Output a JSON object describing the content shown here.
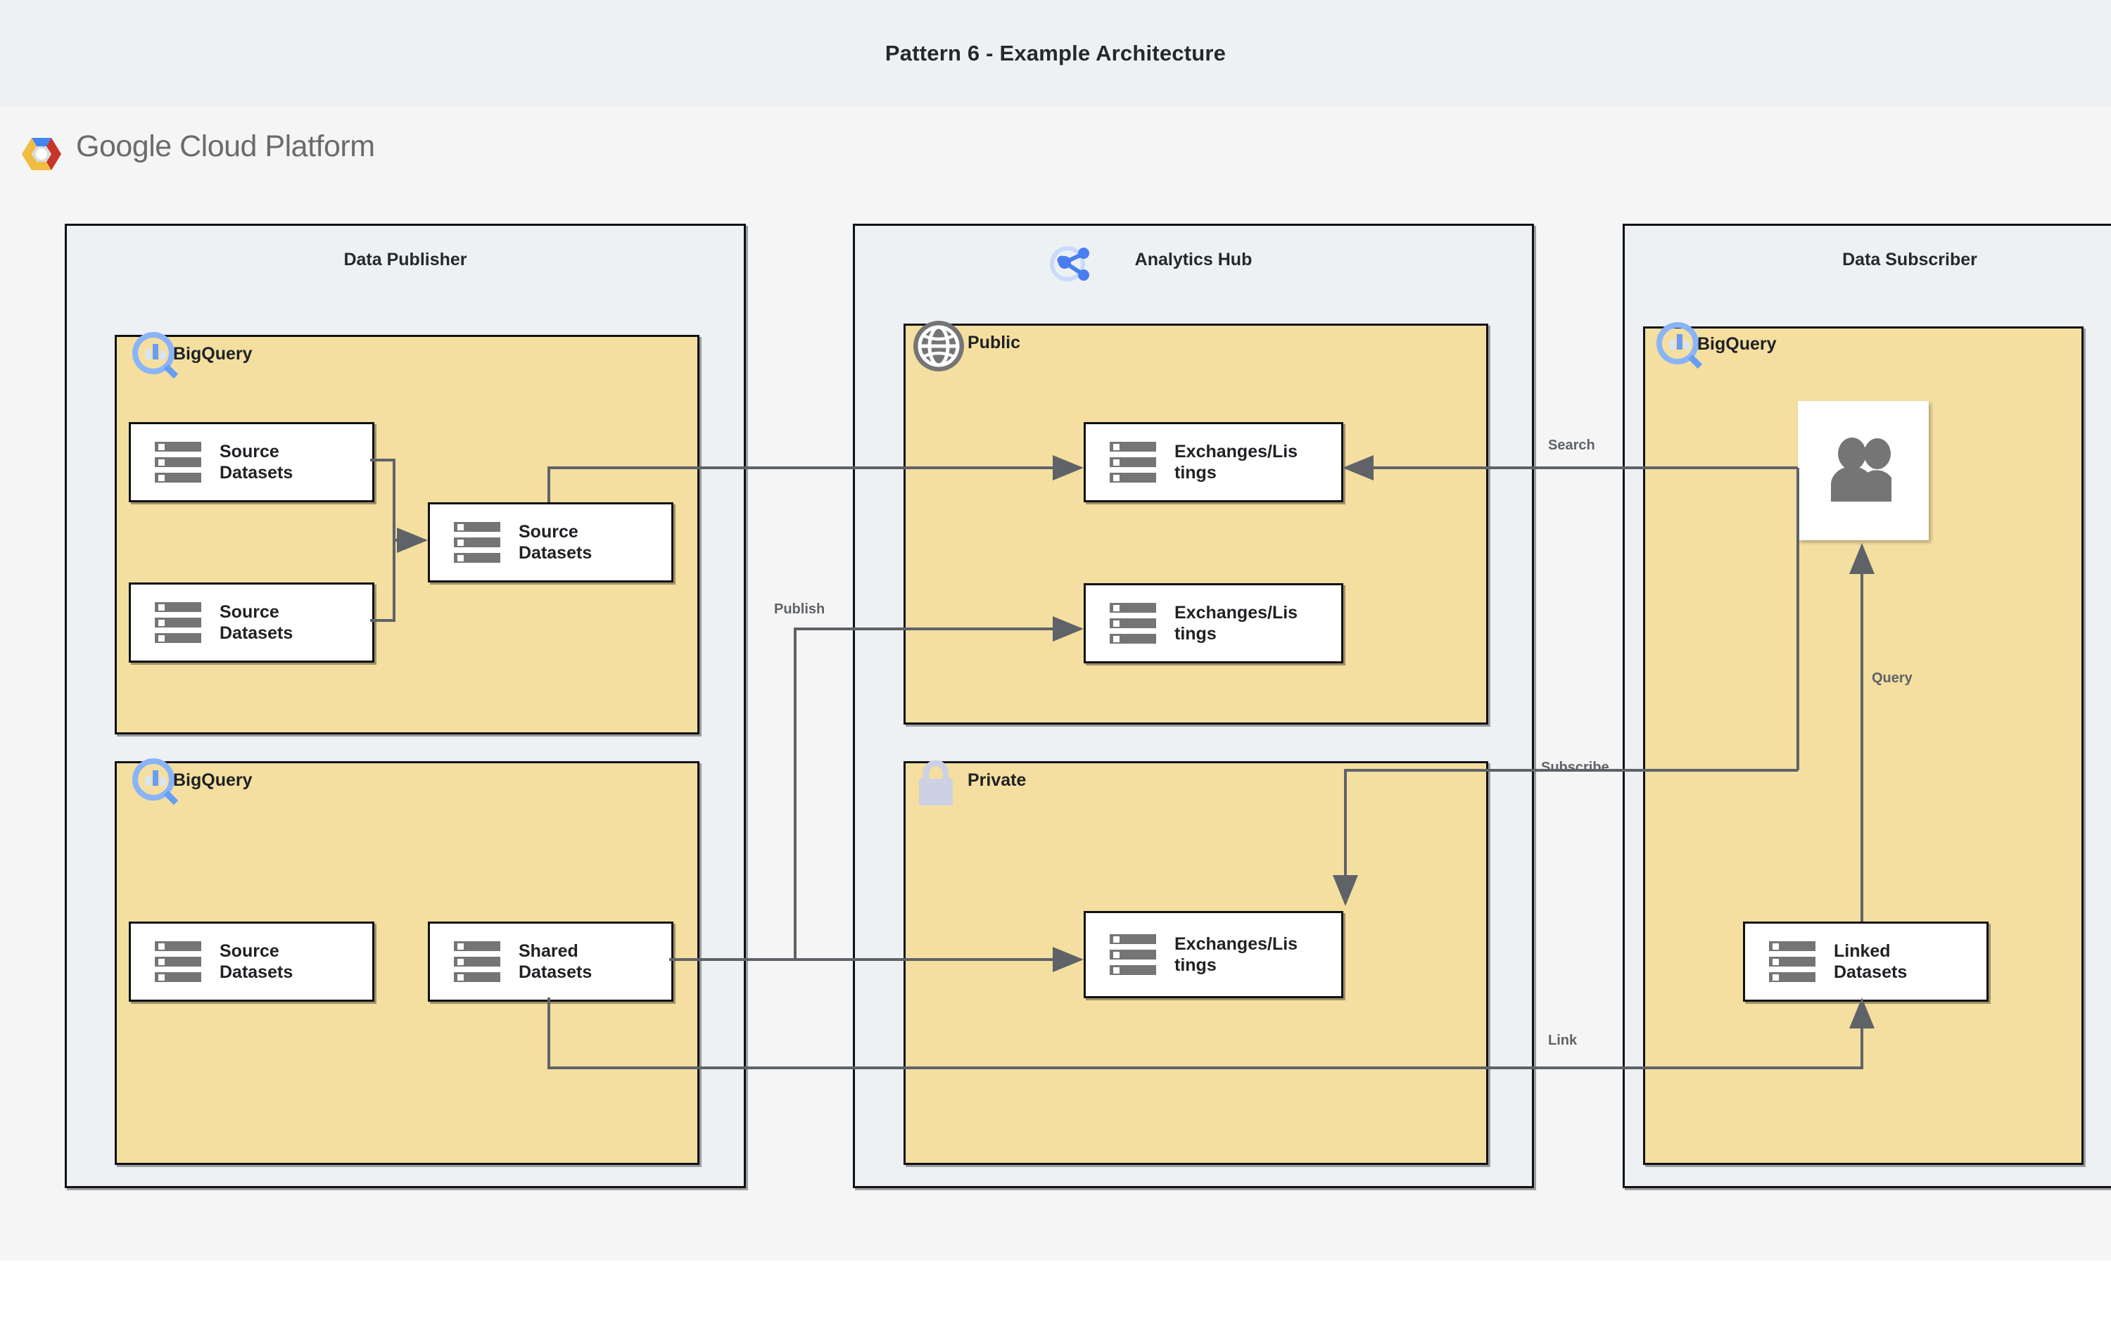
{
  "page": {
    "title": "Pattern 6 - Example Architecture",
    "brand": {
      "google": "Google",
      "cloud_platform": "Cloud Platform",
      "logo_icon": "gcp-hexagon-icon"
    }
  },
  "colors": {
    "title_band": "#edf1f2",
    "canvas": "#f5f5f5",
    "zone_fill": "#eef1f3",
    "yellow_fill": "#f4dfa0",
    "node_fill": "#ffffff",
    "stroke": "#101114",
    "wire": "#5f6368",
    "icon_gray": "#757575",
    "bigquery_blue": "#669df6",
    "analytics_hub_blue": "#4a7ef0",
    "lock_gray": "#ccd2e3",
    "google_blue": "#4285f4",
    "google_red": "#c5352a",
    "google_yellow": "#f0bc41",
    "text_dark": "#1f2124",
    "label_gray": "#5f6368"
  },
  "zones": [
    {
      "id": "publisher",
      "title": "Data Publisher",
      "icon": null
    },
    {
      "id": "hub",
      "title": "Analytics Hub",
      "icon": "analytics-hub-share-icon"
    },
    {
      "id": "subscriber",
      "title": "Data Subscriber",
      "icon": null
    }
  ],
  "containers": [
    {
      "id": "pub-bq-top",
      "label": "BigQuery",
      "icon": "bigquery-icon"
    },
    {
      "id": "pub-bq-bottom",
      "label": "BigQuery",
      "icon": "bigquery-icon"
    },
    {
      "id": "hub-public",
      "label": "Public",
      "icon": "globe-icon"
    },
    {
      "id": "hub-private",
      "label": "Private",
      "icon": "lock-icon"
    },
    {
      "id": "sub-bq",
      "label": "BigQuery",
      "icon": "bigquery-icon"
    }
  ],
  "nodes": [
    {
      "id": "src-a",
      "label": "Source\nDatasets",
      "icon": "datasets-icon"
    },
    {
      "id": "src-b",
      "label": "Source\nDatasets",
      "icon": "datasets-icon"
    },
    {
      "id": "src-merged",
      "label": "Source\nDatasets",
      "icon": "datasets-icon"
    },
    {
      "id": "src-c",
      "label": "Source\nDatasets",
      "icon": "datasets-icon"
    },
    {
      "id": "shared",
      "label": "Shared\nDatasets",
      "icon": "datasets-icon"
    },
    {
      "id": "exch-pub-1",
      "label": "Exchanges/Lis\ntings",
      "icon": "datasets-icon"
    },
    {
      "id": "exch-pub-2",
      "label": "Exchanges/Lis\ntings",
      "icon": "datasets-icon"
    },
    {
      "id": "exch-priv-1",
      "label": "Exchanges/Lis\ntings",
      "icon": "datasets-icon"
    },
    {
      "id": "linked",
      "label": "Linked\nDatasets",
      "icon": "datasets-icon"
    },
    {
      "id": "users",
      "label": "",
      "icon": "users-icon"
    }
  ],
  "edge_labels": [
    {
      "id": "publish",
      "text": "Publish"
    },
    {
      "id": "search",
      "text": "Search"
    },
    {
      "id": "subscribe",
      "text": "Subscribe"
    },
    {
      "id": "query",
      "text": "Query"
    },
    {
      "id": "link",
      "text": "Link"
    }
  ]
}
